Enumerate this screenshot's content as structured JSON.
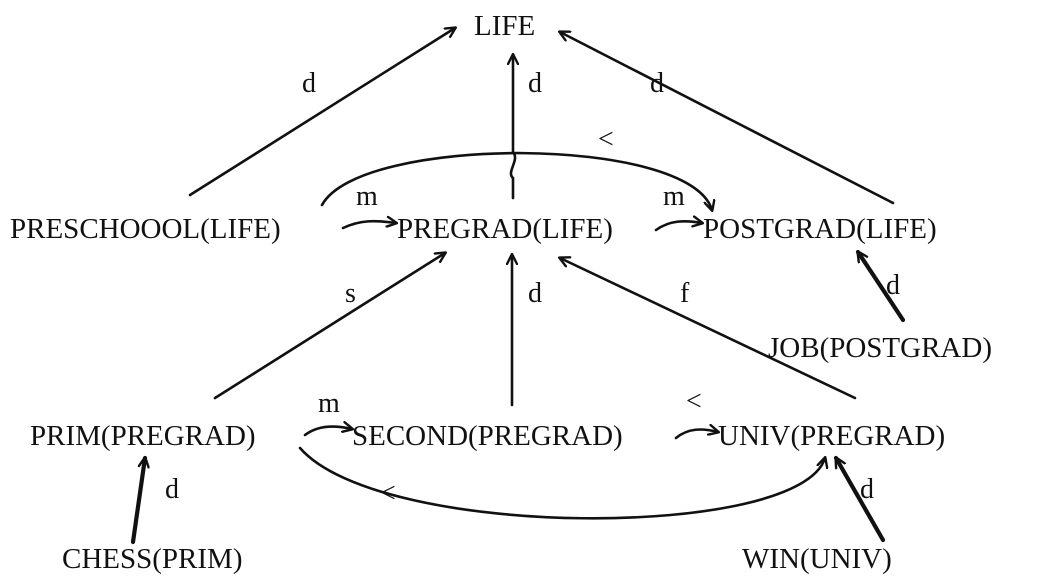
{
  "nodes": {
    "life": "LIFE",
    "preschool": "PRESCHOOOL(LIFE)",
    "pregrad": "PREGRAD(LIFE)",
    "postgrad": "POSTGRAD(LIFE)",
    "job": "JOB(POSTGRAD)",
    "prim": "PRIM(PREGRAD)",
    "second": "SECOND(PREGRAD)",
    "univ": "UNIV(PREGRAD)",
    "chess": "CHESS(PRIM)",
    "win": "WIN(UNIV)"
  },
  "edges": {
    "preschool_life": "d",
    "pregrad_life": "d",
    "postgrad_life": "d",
    "preschool_postgrad": "<",
    "preschool_pregrad": "m",
    "pregrad_postgrad": "m",
    "prim_pregrad": "s",
    "second_pregrad": "d",
    "univ_pregrad": "f",
    "job_postgrad": "d",
    "prim_second": "m",
    "second_univ": "<",
    "prim_univ": "<",
    "chess_prim": "d",
    "win_univ": "d"
  }
}
